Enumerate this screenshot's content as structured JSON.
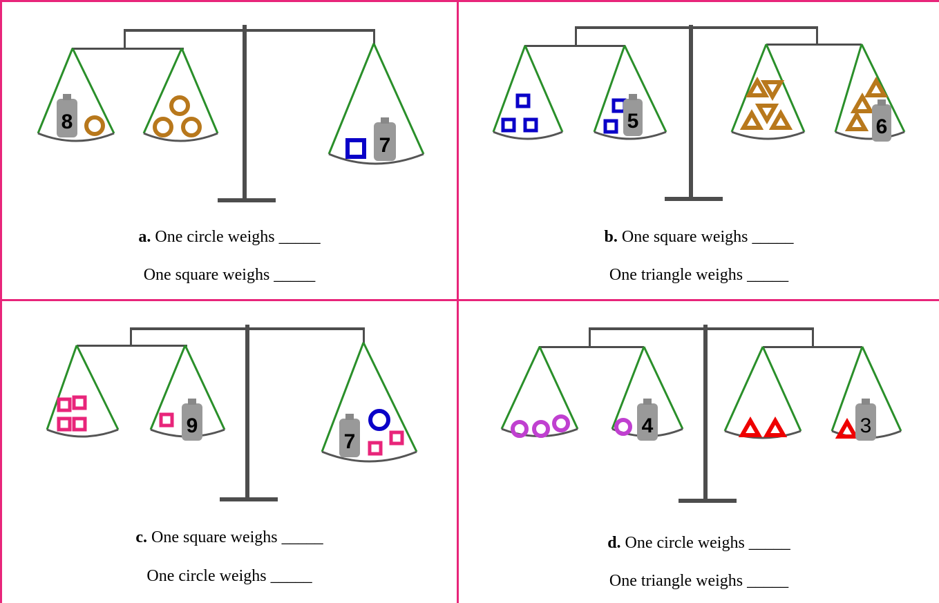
{
  "colors": {
    "border": "#e8257a",
    "pan": "#2a8f2a",
    "beam": "#4d4d4d",
    "circle_a": "#b8781c",
    "square_blue": "#0a00c8",
    "triangle_gold": "#b8781c",
    "square_pink": "#e8257a",
    "circle_blue": "#0a00c8",
    "circle_violet": "#c040d0",
    "triangle_red": "#ee0000",
    "weight_text": "#000000"
  },
  "problems": [
    {
      "letter": "a.",
      "line1": "One circle weighs _____",
      "line2": "One square weighs _____",
      "weights": [
        "8",
        "7"
      ]
    },
    {
      "letter": "b.",
      "line1": "One square weighs _____",
      "line2": "One triangle weighs _____",
      "weights": [
        "5",
        "6"
      ]
    },
    {
      "letter": "c.",
      "line1": "One square weighs _____",
      "line2": "One circle weighs _____",
      "weights": [
        "9",
        "7"
      ]
    },
    {
      "letter": "d.",
      "line1": "One circle weighs _____",
      "line2": "One triangle weighs _____",
      "weights": [
        "4",
        "3"
      ]
    }
  ]
}
